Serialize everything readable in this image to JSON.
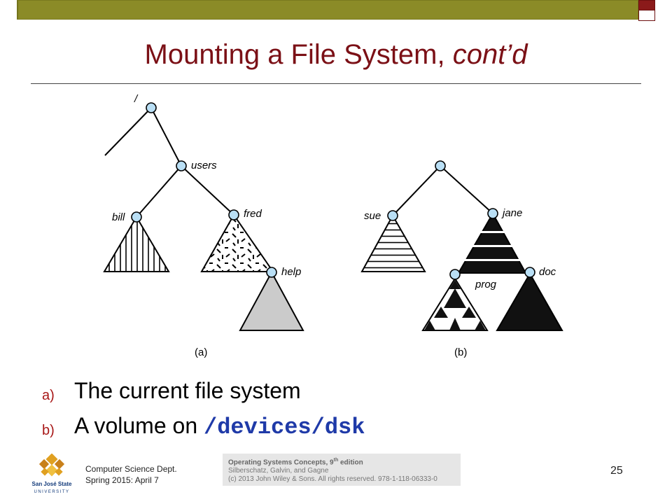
{
  "slide": {
    "title_main": "Mounting a File System, ",
    "title_italic": "cont’d",
    "page_number": "25"
  },
  "diagram_a": {
    "root_label": "/",
    "users_label": "users",
    "bill_label": "bill",
    "fred_label": "fred",
    "help_label": "help",
    "caption": "(a)"
  },
  "diagram_b": {
    "sue_label": "sue",
    "jane_label": "jane",
    "prog_label": "prog",
    "doc_label": "doc",
    "caption": "(b)"
  },
  "bullets": [
    {
      "marker": "a)",
      "text": "The current file system"
    },
    {
      "marker": "b)",
      "text_prefix": "A volume on ",
      "code": "/devices/dsk"
    }
  ],
  "footer": {
    "dept": "Computer Science Dept.",
    "term": "Spring 2015: April 7",
    "book_title": "Operating Systems Concepts, 9",
    "book_title_sup": "th",
    "book_title_suffix": " edition",
    "authors": "Silberschatz, Galvin, and Gagne",
    "copyright": "(c) 2013 John Wiley & Sons. All rights reserved. 978-1-118-06333-0",
    "logo_text_1": "San José State",
    "logo_text_2": "UNIVERSITY"
  },
  "colors": {
    "title": "#7b1016",
    "topbar": "#8b8b27",
    "node_fill": "#b9dff5",
    "bullet_marker": "#a81818",
    "code": "#1f3aa8"
  }
}
